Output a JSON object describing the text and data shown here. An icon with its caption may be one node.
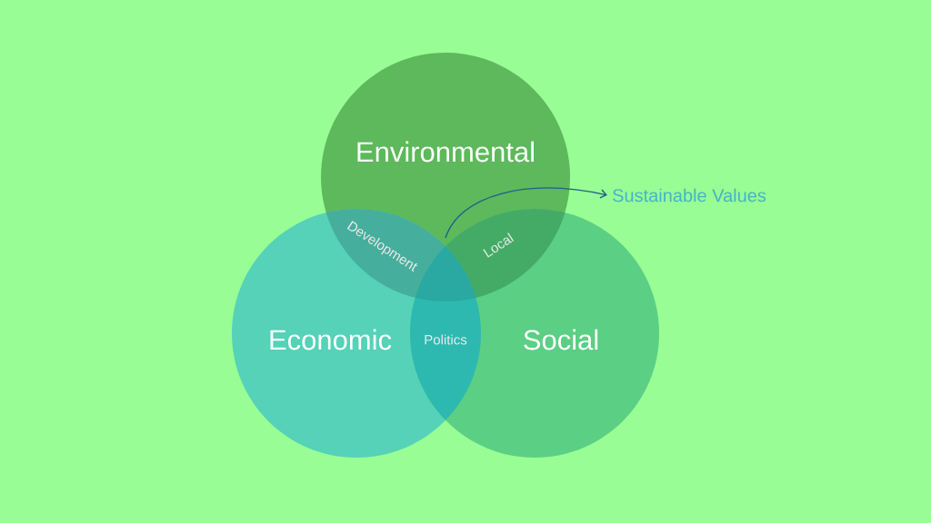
{
  "diagram": {
    "nodes": [
      {
        "text": [
          "Environmental"
        ]
      },
      {
        "text": [
          "Economic"
        ]
      },
      {
        "text": [
          "Social"
        ]
      },
      {
        "text": [
          "Development"
        ]
      },
      {
        "text": [
          "Local"
        ]
      },
      {
        "text": [
          "Politics"
        ]
      },
      {
        "text": [
          "Sustainable Values"
        ]
      }
    ],
    "edges": [
      {
        "from": 0,
        "to": 6,
        "arrow": "to"
      }
    ]
  }
}
